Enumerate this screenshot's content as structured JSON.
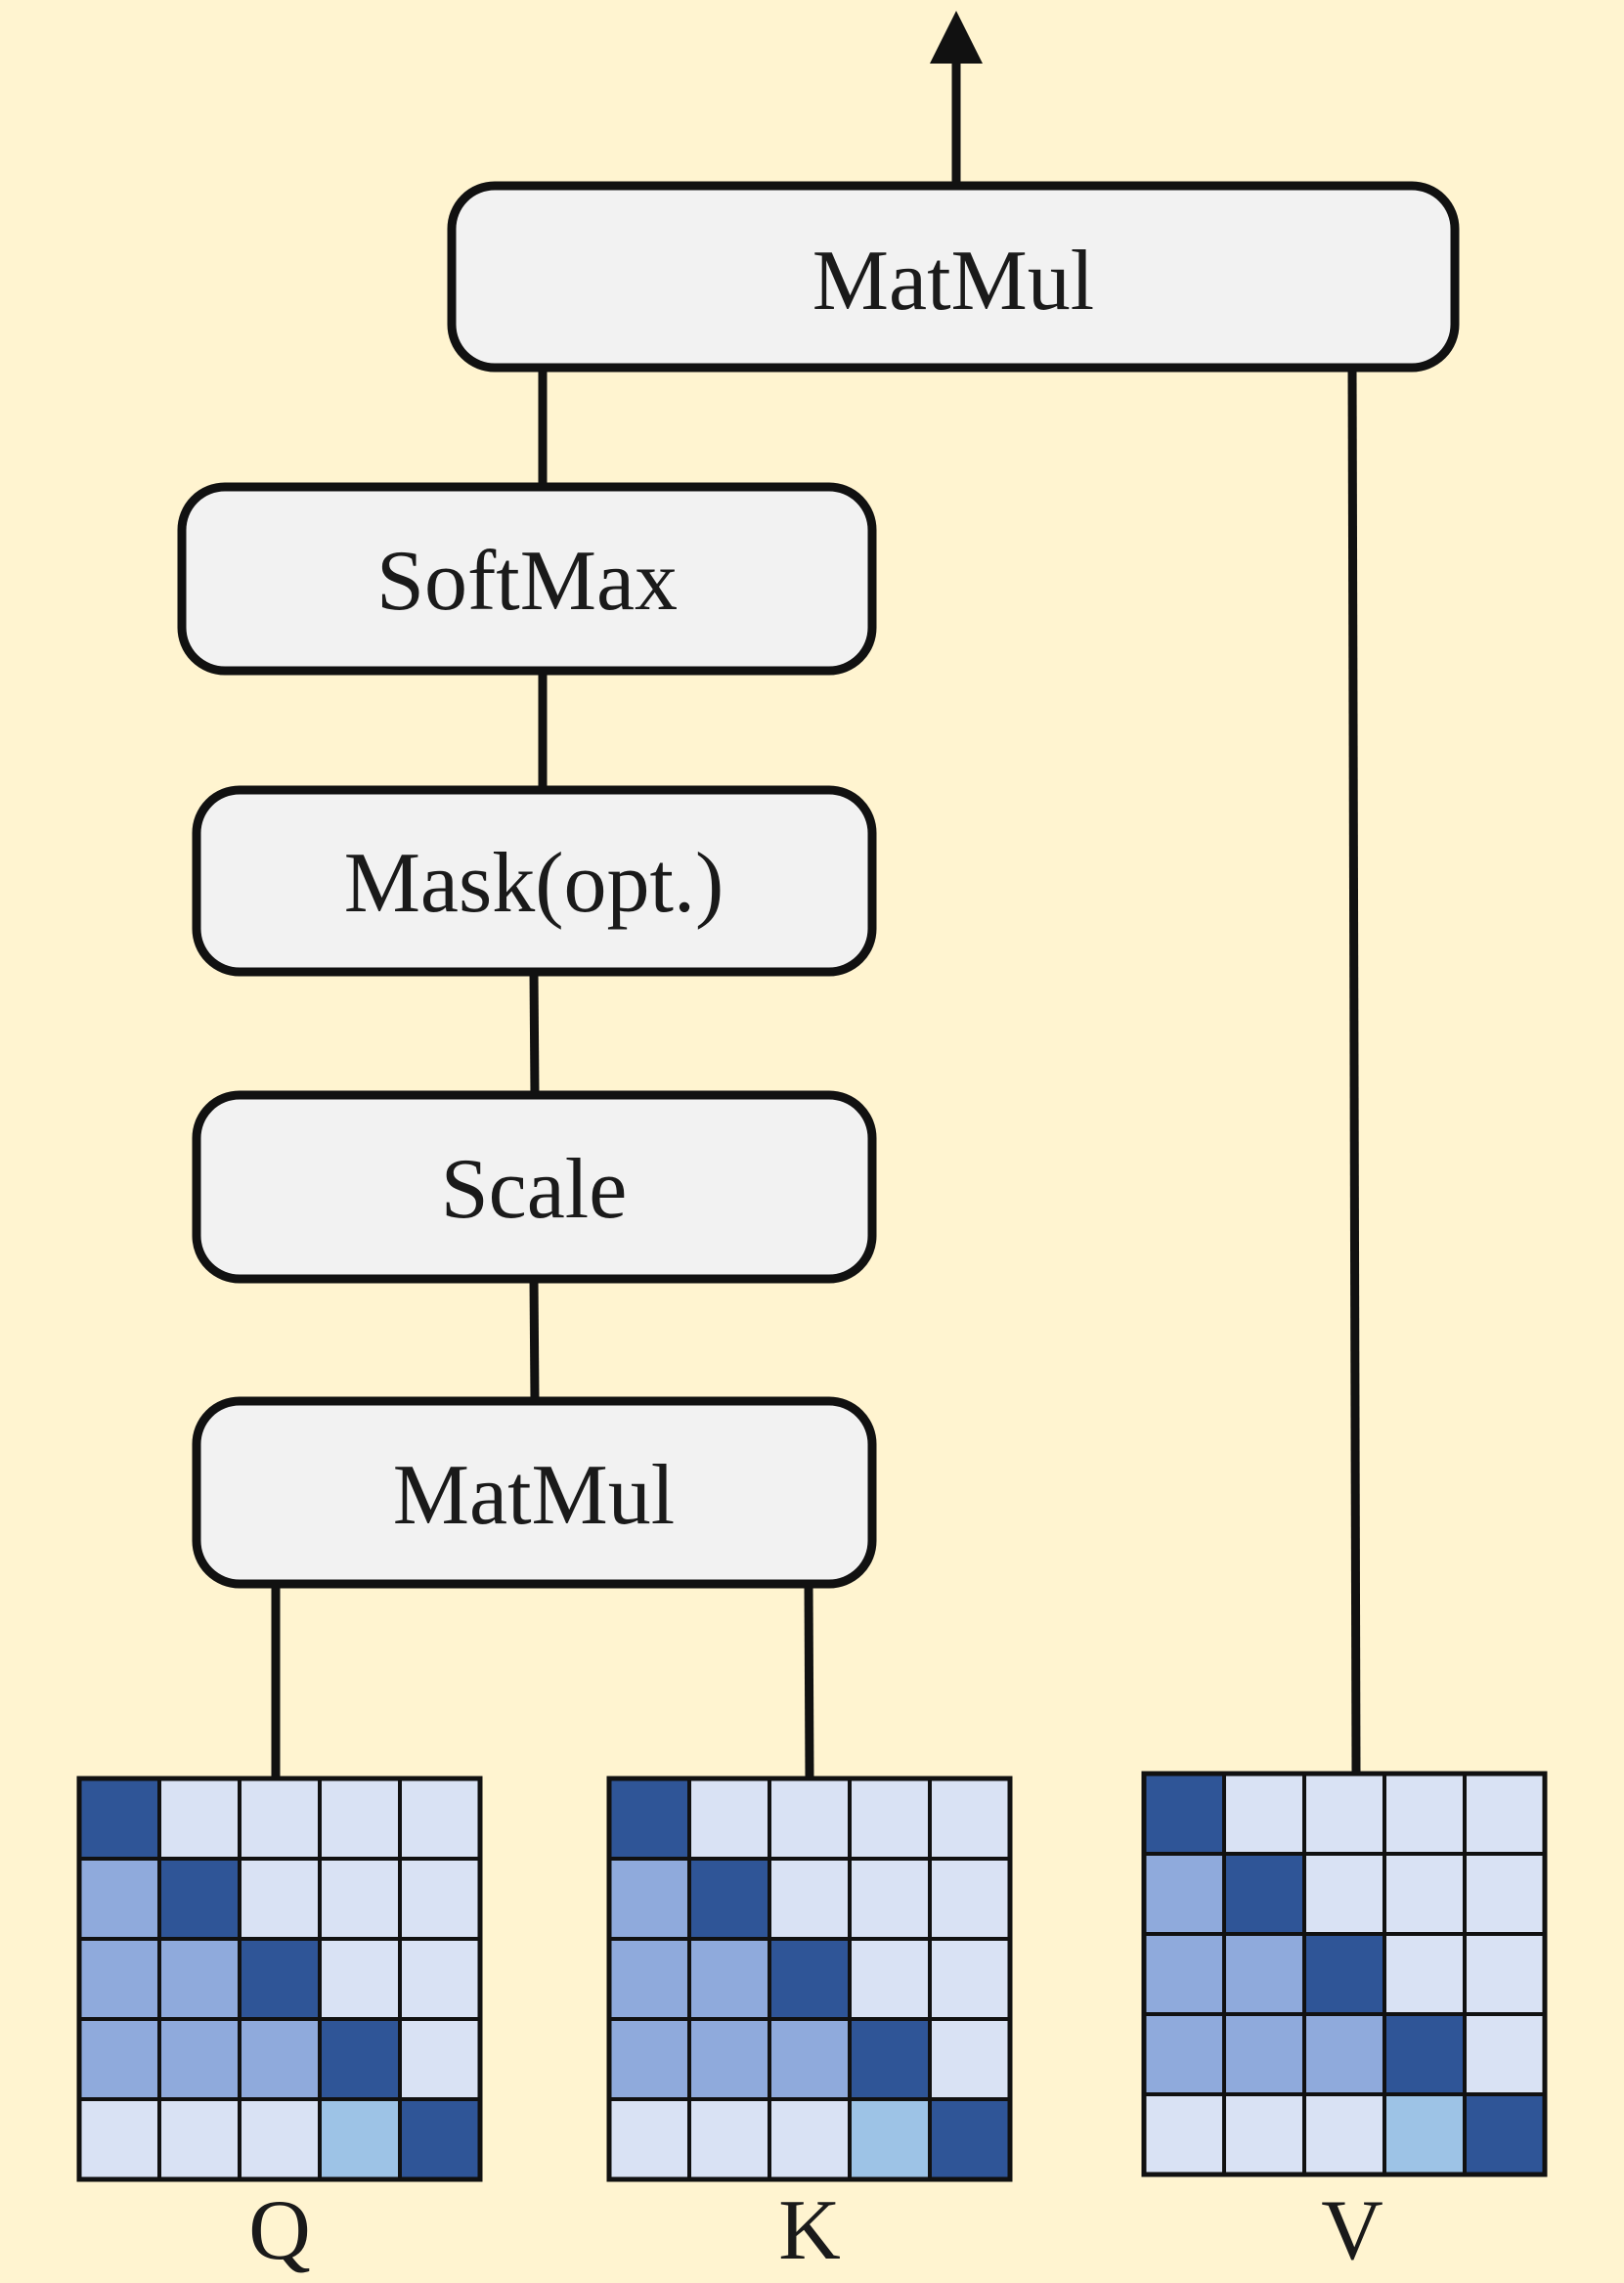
{
  "ops": [
    {
      "id": "matmul-top",
      "label": "MatMul"
    },
    {
      "id": "softmax",
      "label": "SoftMax"
    },
    {
      "id": "mask",
      "label": "Mask(opt.)"
    },
    {
      "id": "scale",
      "label": "Scale"
    },
    {
      "id": "matmul-bottom",
      "label": "MatMul"
    }
  ],
  "colors": {
    "background": "#fff4d0",
    "box_fill": "#f2f2f2",
    "line": "#111111",
    "cell_light": "#d9e2f4",
    "cell_mid": "#8faadc",
    "cell_dark": "#2f5597",
    "cell_accent": "#9dc3e6"
  },
  "matrix_pattern": [
    [
      "dark",
      "light",
      "light",
      "light",
      "light"
    ],
    [
      "mid",
      "dark",
      "light",
      "light",
      "light"
    ],
    [
      "mid",
      "mid",
      "dark",
      "light",
      "light"
    ],
    [
      "mid",
      "mid",
      "mid",
      "dark",
      "light"
    ],
    [
      "light",
      "light",
      "light",
      "accent",
      "dark"
    ]
  ],
  "matrices": [
    {
      "id": "q",
      "label": "Q"
    },
    {
      "id": "k",
      "label": "K"
    },
    {
      "id": "v",
      "label": "V"
    }
  ]
}
